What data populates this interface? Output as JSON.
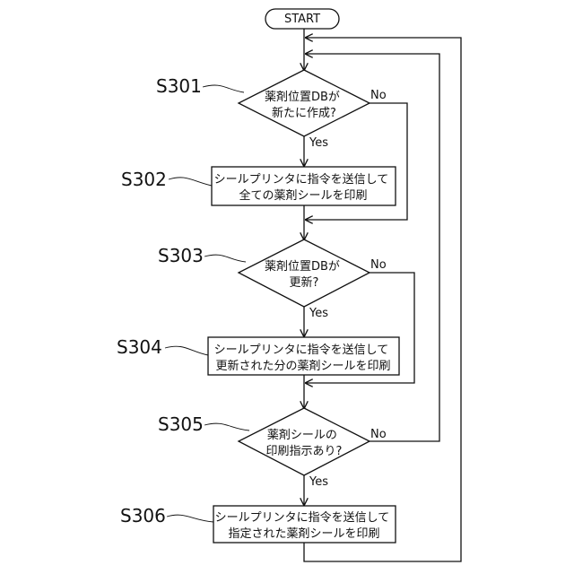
{
  "start": {
    "label": "START"
  },
  "steps": [
    {
      "id": "S301",
      "kind": "decision",
      "lines": [
        "薬剤位置DBが",
        "新たに作成?"
      ],
      "yes": "Yes",
      "no": "No"
    },
    {
      "id": "S302",
      "kind": "process",
      "lines": [
        "シールプリンタに指令を送信して",
        "全ての薬剤シールを印刷"
      ]
    },
    {
      "id": "S303",
      "kind": "decision",
      "lines": [
        "薬剤位置DBが",
        "更新?"
      ],
      "yes": "Yes",
      "no": "No"
    },
    {
      "id": "S304",
      "kind": "process",
      "lines": [
        "シールプリンタに指令を送信して",
        "更新された分の薬剤シールを印刷"
      ]
    },
    {
      "id": "S305",
      "kind": "decision",
      "lines": [
        "薬剤シールの",
        "印刷指示あり?"
      ],
      "yes": "Yes",
      "no": "No"
    },
    {
      "id": "S306",
      "kind": "process",
      "lines": [
        "シールプリンタに指令を送信して",
        "指定された薬剤シールを印刷"
      ]
    }
  ]
}
